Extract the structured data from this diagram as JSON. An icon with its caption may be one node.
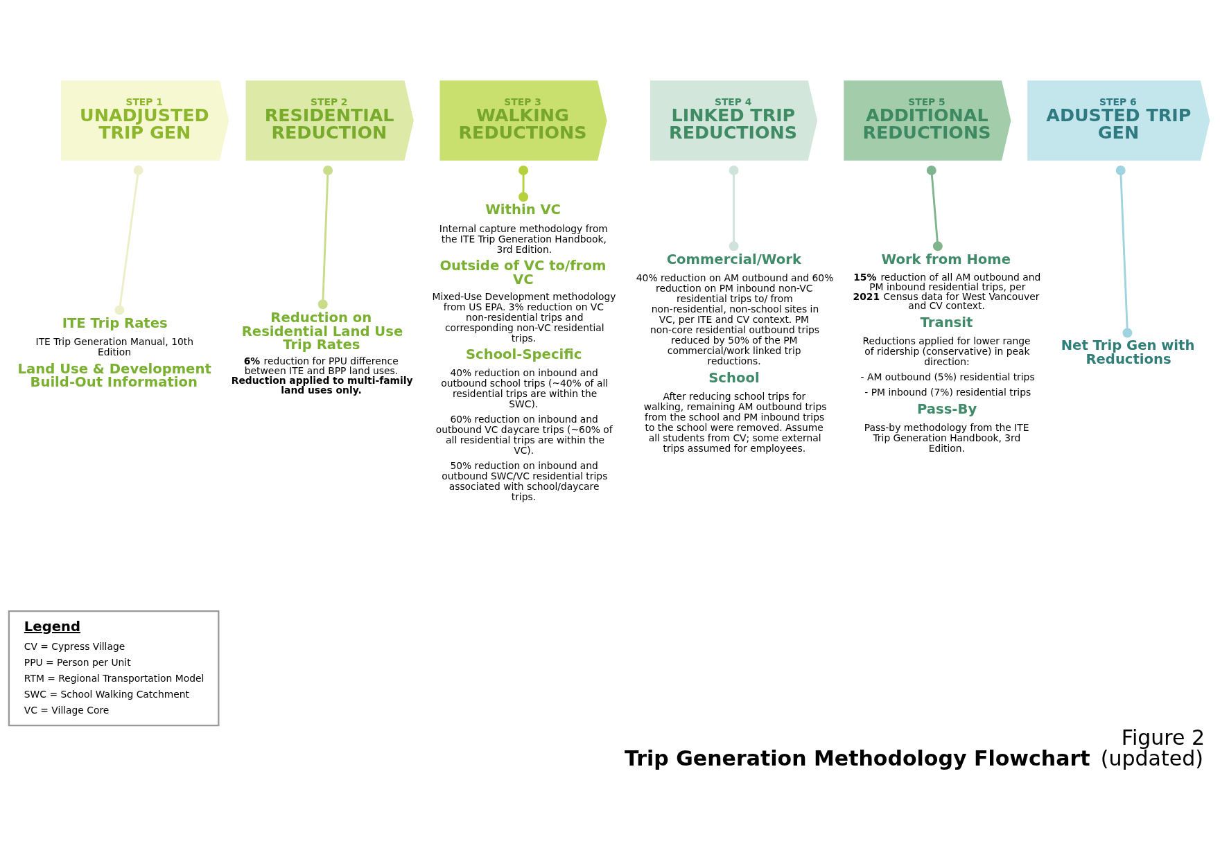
{
  "diagram": {
    "title": "**Trip Generation Methodology Flowchart** (updated)",
    "caption": "Figure 2",
    "nodes": [
      {
        "text": [
          "STEP 1",
          "UNADJUSTED TRIP GEN"
        ]
      },
      {
        "text": [
          "STEP 2",
          "RESIDENTIAL REDUCTION"
        ]
      },
      {
        "text": [
          "STEP 3",
          "WALKING REDUCTIONS"
        ]
      },
      {
        "text": [
          "STEP 4",
          "LINKED TRIP REDUCTIONS"
        ]
      },
      {
        "text": [
          "STEP 5",
          "ADDITIONAL REDUCTIONS"
        ]
      },
      {
        "text": [
          "STEP 6",
          "ADUSTED TRIP GEN"
        ]
      },
      {
        "text": [
          "ITE Trip Rates",
          "ITE Trip Generation Manual, 10th Edition",
          "Land Use & Development Build-Out Information"
        ]
      },
      {
        "text": [
          "Reduction on Residential Land Use Trip Rates",
          "**6%** reduction for PPU difference between ITE and BPP land uses. **Reduction applied to multi-family land uses only.**"
        ]
      },
      {
        "text": [
          "Within VC",
          "Internal capture methodology from the ITE Trip Generation Handbook, 3rd Edition.",
          "Outside of VC to/from VC",
          "Mixed-Use Development methodology from US EPA. 3% reduction on VC non-residential trips and corresponding non-VC residential trips.",
          "School-Specific",
          "40% reduction on inbound and outbound school trips (~40% of all residential trips are within the SWC).",
          "60% reduction on inbound and outbound VC daycare trips (~60% of all residential trips are within the VC).",
          "50% reduction on inbound and outbound SWC/VC residential trips associated with school/daycare trips."
        ]
      },
      {
        "text": [
          "Commercial/Work",
          "40% reduction on AM outbound and 60% reduction on PM inbound non-VC residential trips to/ from non-residential, non-school sites in VC, per ITE and CV context. PM non-core residential outbound trips reduced by 50% of the PM commercial/work linked trip reductions.",
          "School",
          "After reducing school trips for walking, remaining AM outbound trips from the school and PM inbound trips to the school were removed. Assume all students from CV; some external trips assumed for employees."
        ]
      },
      {
        "text": [
          "Work from Home",
          "**15%** reduction of all AM outbound and PM inbound residential trips, per **2021** Census data for West Vancouver and CV context.",
          "Transit",
          "Reductions applied for lower range of ridership (conservative) in peak direction:",
          "- AM outbound (5%) residential trips",
          "- PM inbound (7%) residential trips",
          "Pass-By",
          "Pass-by methodology from the ITE Trip Generation Handbook, 3rd Edition."
        ]
      },
      {
        "text": [
          "Net Trip Gen with Reductions"
        ]
      },
      {
        "text": [
          "Legend",
          "CV = Cypress Village",
          "PPU = Person per Unit",
          "RTM = Regional Transportation Model",
          "SWC = School Walking Catchment",
          "VC = Village Core"
        ]
      }
    ],
    "edges": [
      {
        "from": 0,
        "to": 6,
        "arrow": "other",
        "color": "#ecefc8"
      },
      {
        "from": 1,
        "to": 7,
        "arrow": "other",
        "color": "#c8dc8a"
      },
      {
        "from": 2,
        "to": 8,
        "arrow": "other",
        "color": "#b5d13c"
      },
      {
        "from": 3,
        "to": 9,
        "arrow": "other",
        "color": "#cfe3da"
      },
      {
        "from": 4,
        "to": 10,
        "arrow": "other",
        "color": "#7fb48e"
      },
      {
        "from": 5,
        "to": 11,
        "arrow": "other",
        "color": "#9fd3e0"
      }
    ]
  }
}
